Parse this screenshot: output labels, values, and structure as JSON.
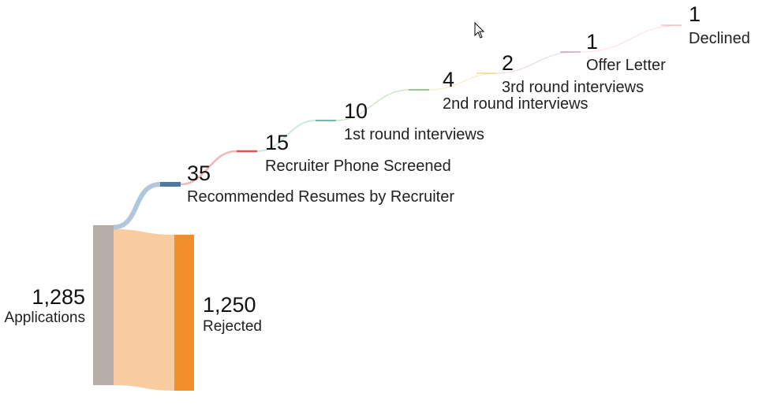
{
  "chart_data": {
    "type": "sankey",
    "title": "",
    "nodes": [
      {
        "id": "applications",
        "label": "Applications",
        "value": 1285,
        "value_text": "1,285",
        "color": "#b7aea9"
      },
      {
        "id": "rejected",
        "label": "Rejected",
        "value": 1250,
        "value_text": "1,250",
        "color": "#f28e2b"
      },
      {
        "id": "recommended",
        "label": "Recommended Resumes by Recruiter",
        "value": 35,
        "value_text": "35",
        "color": "#4e79a7"
      },
      {
        "id": "phone",
        "label": "Recruiter Phone Screened",
        "value": 15,
        "value_text": "15",
        "color": "#e15759"
      },
      {
        "id": "round1",
        "label": "1st round interviews",
        "value": 10,
        "value_text": "10",
        "color": "#76b7b2"
      },
      {
        "id": "round2",
        "label": "2nd round interviews",
        "value": 4,
        "value_text": "4",
        "color": "#59a14f"
      },
      {
        "id": "round3",
        "label": "3rd round interviews",
        "value": 2,
        "value_text": "2",
        "color": "#edc948"
      },
      {
        "id": "offer",
        "label": "Offer Letter",
        "value": 1,
        "value_text": "1",
        "color": "#b07aa1"
      },
      {
        "id": "declined",
        "label": "Declined",
        "value": 1,
        "value_text": "1",
        "color": "#ff9da7"
      }
    ],
    "links": [
      {
        "source": "applications",
        "target": "rejected",
        "value": 1250,
        "color": "#f8cba0"
      },
      {
        "source": "applications",
        "target": "recommended",
        "value": 35,
        "color": "#b3c7dc"
      },
      {
        "source": "recommended",
        "target": "phone",
        "value": 15,
        "color": "#f2b8b9"
      },
      {
        "source": "phone",
        "target": "round1",
        "value": 10,
        "color": "#cde6e3"
      },
      {
        "source": "round1",
        "target": "round2",
        "value": 4,
        "color": "#c6e2c0"
      },
      {
        "source": "round2",
        "target": "round3",
        "value": 2,
        "color": "#f7ebc0"
      },
      {
        "source": "round3",
        "target": "offer",
        "value": 1,
        "color": "#e8d6e3"
      },
      {
        "source": "offer",
        "target": "declined",
        "value": 1,
        "color": "#ffdde1"
      }
    ]
  },
  "labels": {
    "applications": {
      "value": "1,285",
      "name": "Applications"
    },
    "rejected": {
      "value": "1,250",
      "name": "Rejected"
    },
    "recommended": {
      "value": "35",
      "name": "Recommended Resumes by Recruiter"
    },
    "phone": {
      "value": "15",
      "name": "Recruiter Phone Screened"
    },
    "round1": {
      "value": "10",
      "name": "1st round interviews"
    },
    "round2": {
      "value": "4",
      "name": "2nd round interviews"
    },
    "round3": {
      "value": "2",
      "name": "3rd round interviews"
    },
    "offer": {
      "value": "1",
      "name": "Offer Letter"
    },
    "declined": {
      "value": "1",
      "name": "Declined"
    }
  }
}
